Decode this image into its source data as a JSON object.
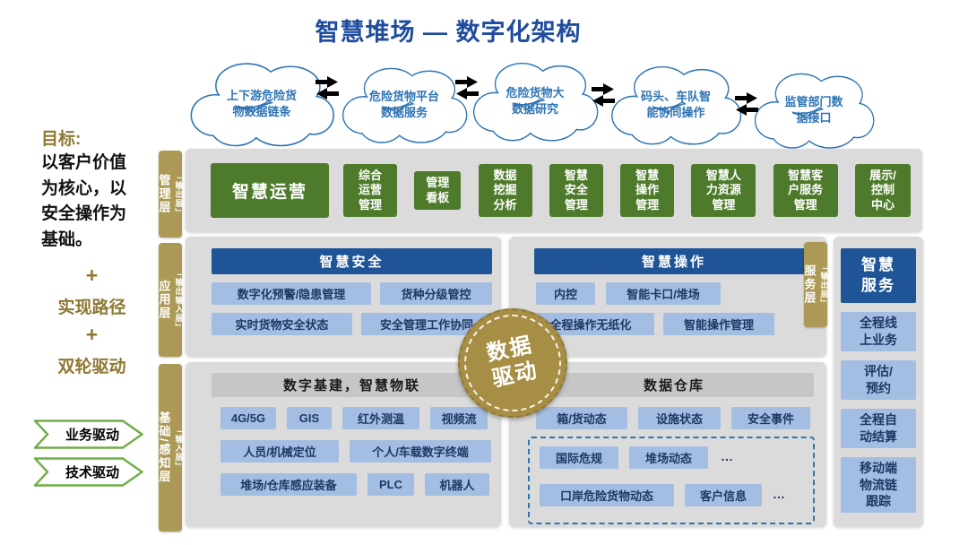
{
  "title": "智慧堆场 — 数字化架构",
  "clouds": {
    "items": [
      "上下游危险货\n物数据链条",
      "危险货物平台\n数据服务",
      "危险货物大\n数据研究",
      "码头、车队智\n能协同操作",
      "监管部门数\n据接口"
    ]
  },
  "left_panel": {
    "goal_label": "目标:",
    "goal_text": "以客户价值\n为核心，以\n安全操作为\n基础。",
    "plus_1": "+",
    "path_label": "实现路径",
    "plus_2": "+",
    "drive_label": "双轮驱动",
    "banner_business": "业务驱动",
    "banner_technology": "技术驱动"
  },
  "tabs": {
    "management": {
      "label": "管理层",
      "sub": "「输出层」"
    },
    "application": {
      "label": "应用层",
      "sub": "「输出输入层」"
    },
    "foundation": {
      "label": "基础/感知层",
      "sub": "「输入层」"
    },
    "service": {
      "label": "服务层",
      "sub": "「输出层」"
    }
  },
  "management_layer": {
    "primary": "智慧运营",
    "items": [
      "综合\n运营\n管理",
      "管理\n看板",
      "数据\n挖掘\n分析",
      "智慧\n安全\n管理",
      "智慧\n操作\n管理",
      "智慧人\n力资源\n管理",
      "智慧客\n户服务\n管理",
      "展示/\n控制\n中心"
    ]
  },
  "application_layer": {
    "safety": {
      "header": "智慧安全",
      "row1": [
        "数字化预警/隐患管理",
        "货种分级管控"
      ],
      "row2": [
        "实时货物安全状态",
        "安全管理工作协同"
      ]
    },
    "operation": {
      "header": "智慧操作",
      "row1": [
        "内控",
        "智能卡口/堆场"
      ],
      "row2": [
        "全程操作无纸化",
        "智能操作管理"
      ]
    }
  },
  "center_badge": {
    "label": "数据\n驱动"
  },
  "foundation_layer": {
    "infra": {
      "header": "数字基建，智慧物联",
      "row1": [
        "4G/5G",
        "GIS",
        "红外测温",
        "视频流"
      ],
      "row2": [
        "人员/机械定位",
        "个人/车载数字终端"
      ],
      "row3": [
        "堆场/仓库感应装备",
        "PLC",
        "机器人"
      ]
    },
    "warehouse": {
      "header": "数据仓库",
      "row1": [
        "箱/货动态",
        "设施状态",
        "安全事件"
      ],
      "row2": [
        "国际危规",
        "堆场动态",
        "…"
      ],
      "row3": [
        "口岸危险货物动态",
        "客户信息",
        "…"
      ]
    }
  },
  "service_layer": {
    "header": "智慧\n服务",
    "items": [
      "全程线\n上业务",
      "评估/\n预约",
      "全程自\n动结算",
      "移动端\n物流链\n跟踪"
    ]
  }
}
